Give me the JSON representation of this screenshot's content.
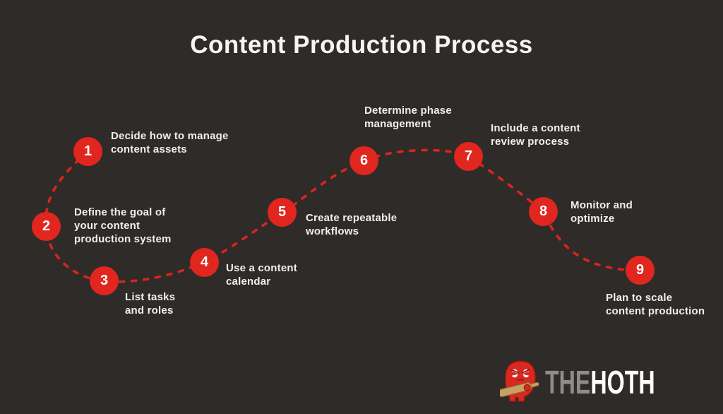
{
  "title": "Content Production Process",
  "steps": [
    {
      "number": "1",
      "label": "Decide how to manage\ncontent assets"
    },
    {
      "number": "2",
      "label": "Define the goal of\nyour content\nproduction system"
    },
    {
      "number": "3",
      "label": "List tasks\nand roles"
    },
    {
      "number": "4",
      "label": "Use a content\ncalendar"
    },
    {
      "number": "5",
      "label": "Create repeatable\nworkflows"
    },
    {
      "number": "6",
      "label": "Determine phase\nmanagement"
    },
    {
      "number": "7",
      "label": "Include a content\nreview process"
    },
    {
      "number": "8",
      "label": "Monitor and\noptimize"
    },
    {
      "number": "9",
      "label": "Plan to scale\ncontent production"
    }
  ],
  "logo": {
    "brand_the": "THE",
    "brand_hoth": "HOTH",
    "mascot": "hoth-monster-icon"
  },
  "colors": {
    "background": "#2f2b28",
    "accent_red": "#e0261e",
    "dash_red": "#d9251c",
    "text_white": "#f1efec",
    "logo_gray": "#8f8c89",
    "club_tan": "#c9a063"
  }
}
